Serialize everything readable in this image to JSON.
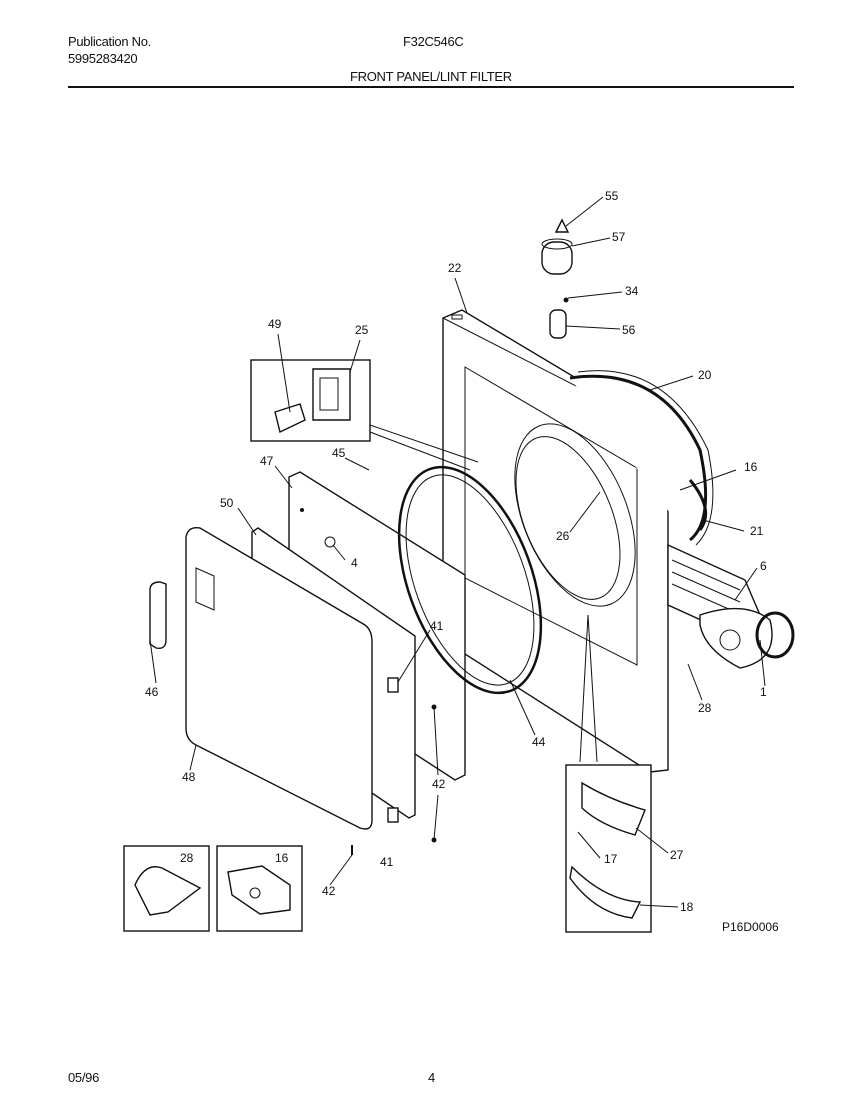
{
  "header": {
    "publication_label": "Publication No.",
    "publication_number": "5995283420",
    "model": "F32C546C",
    "title": "FRONT PANEL/LINT FILTER"
  },
  "footer": {
    "date": "05/96",
    "page": "4"
  },
  "diagram": {
    "code": "P16D0006",
    "callouts": [
      "55",
      "57",
      "34",
      "56",
      "22",
      "20",
      "49",
      "25",
      "16",
      "21",
      "45",
      "47",
      "26",
      "6",
      "50",
      "4",
      "41",
      "46",
      "28",
      "1",
      "44",
      "42",
      "48",
      "27",
      "17",
      "18",
      "28",
      "16",
      "41",
      "42"
    ]
  }
}
